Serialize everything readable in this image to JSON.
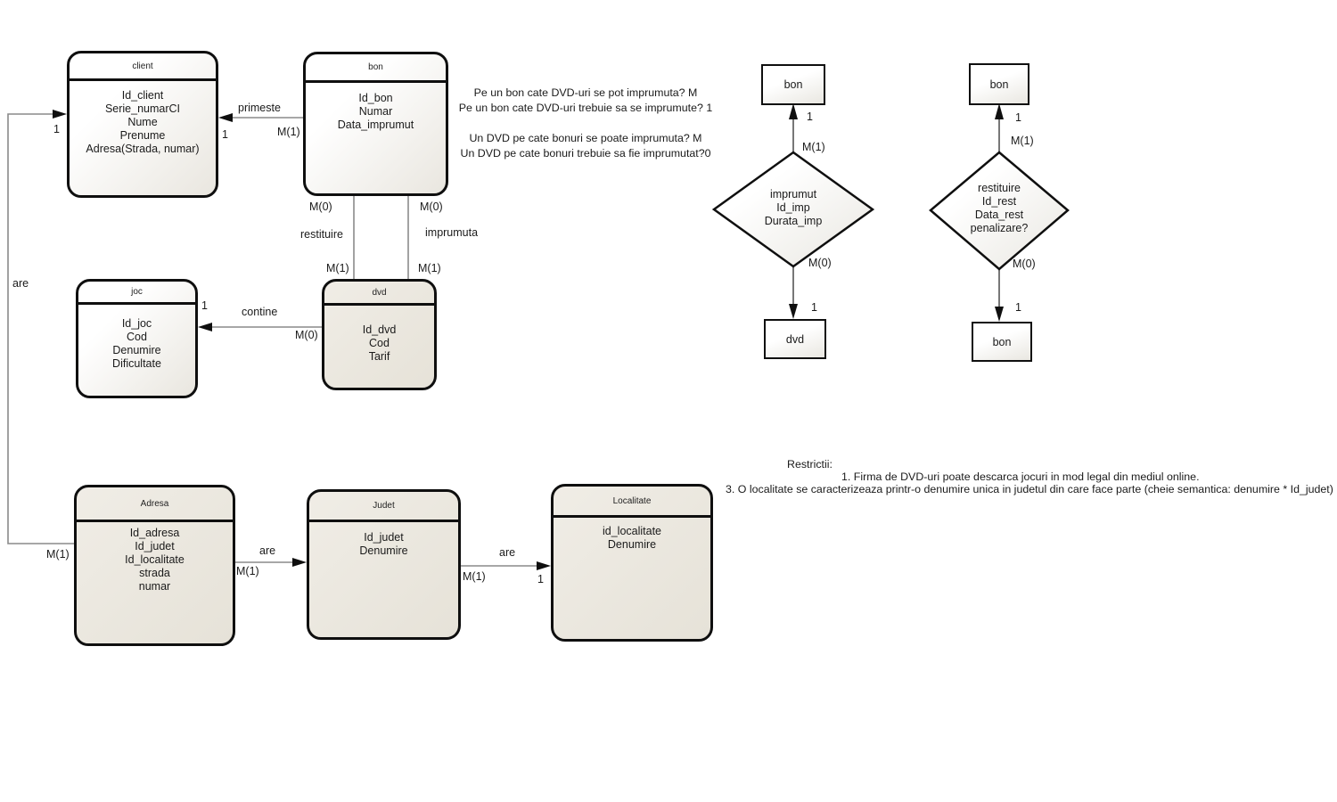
{
  "diagram": {
    "entities": {
      "client": {
        "title": "client",
        "attrs": "Id_client\nSerie_numarCI\nNume\nPrenume\nAdresa(Strada, numar)"
      },
      "bon": {
        "title": "bon",
        "attrs": "Id_bon\nNumar\nData_imprumut"
      },
      "joc": {
        "title": "joc",
        "attrs": "Id_joc\nCod\nDenumire\nDificultate"
      },
      "dvd": {
        "title": "dvd",
        "attrs": "Id_dvd\nCod\nTarif"
      },
      "adresa": {
        "title": "Adresa",
        "attrs": "Id_adresa\nId_judet\nId_localitate\nstrada\nnumar"
      },
      "judet": {
        "title": "Judet",
        "attrs": "Id_judet\nDenumire"
      },
      "localitate": {
        "title": "Localitate",
        "attrs": "id_localitate\nDenumire"
      }
    },
    "relationships": {
      "primeste": {
        "label": "primeste",
        "card_bon": "M(1)",
        "card_client": "1"
      },
      "are_client_adresa": {
        "label": "are",
        "card_client": "1",
        "card_adresa": "M(1)"
      },
      "restituire_line": {
        "label": "restituire",
        "card_top": "M(0)",
        "card_bottom": "M(1)"
      },
      "imprumuta_line": {
        "label": "imprumuta",
        "card_top": "M(0)",
        "card_bottom": "M(1)"
      },
      "contine": {
        "label": "contine",
        "card_joc": "1",
        "card_dvd": "M(0)"
      },
      "are_adresa_judet": {
        "label": "are",
        "card_adresa": "M(1)"
      },
      "are_judet_localitate": {
        "label": "are",
        "card_judet": "M(1)",
        "card_localitate": "1"
      }
    },
    "imprumut_diagram": {
      "top_box": "bon",
      "bottom_box": "dvd",
      "diamond": "imprumut\nId_imp\nDurata_imp",
      "top_one": "1",
      "top_card": "M(1)",
      "bottom_card": "M(0)",
      "bottom_one": "1"
    },
    "restituire_diagram": {
      "top_box": "bon",
      "bottom_box": "bon",
      "diamond": "restituire\nId_rest\nData_rest\npenalizare?",
      "top_one": "1",
      "top_card": "M(1)",
      "bottom_card": "M(0)",
      "bottom_one": "1"
    },
    "notes": {
      "questions": "Pe un bon cate DVD-uri se pot imprumuta? M\nPe un bon cate DVD-uri trebuie sa se imprumute? 1\n\nUn DVD pe cate bonuri se poate imprumuta? M\nUn DVD pe cate bonuri trebuie sa fie imprumutat?0",
      "restrictii_title": "Restrictii:",
      "restrictii_line1": "1. Firma de DVD-uri poate descarca jocuri in mod legal din mediul online.",
      "restrictii_line2": "3. O localitate se caracterizeaza printr-o denumire unica in judetul din care face parte (cheie semantica: denumire * Id_judet)"
    },
    "colors": {
      "connector_gray": "#8a8a8a",
      "shape_border": "#0f0f0f",
      "beige_fill": "#e9e5dc",
      "white_fill": "#ffffff"
    }
  }
}
